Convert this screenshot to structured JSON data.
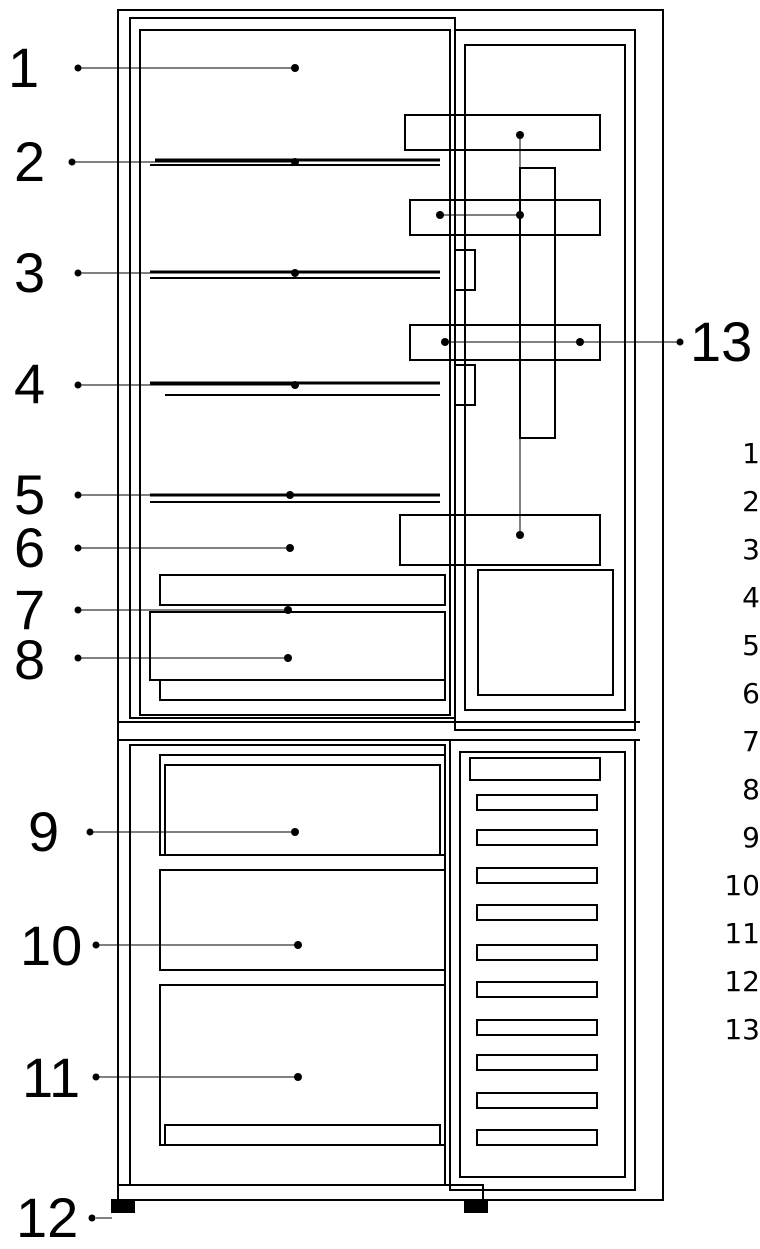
{
  "callouts": [
    "1",
    "2",
    "3",
    "4",
    "5",
    "6",
    "7",
    "8",
    "9",
    "10",
    "11",
    "12",
    "13"
  ],
  "legend": [
    "1",
    "2",
    "3",
    "4",
    "5",
    "6",
    "7",
    "8",
    "9",
    "10",
    "11",
    "12",
    "13"
  ]
}
